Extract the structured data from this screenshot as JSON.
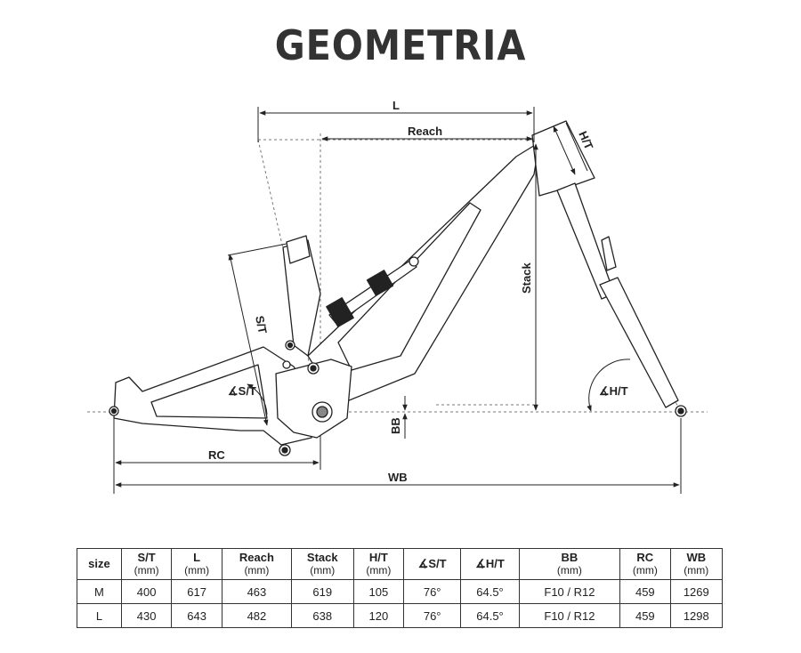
{
  "title": "GEOMETRIA",
  "diagram": {
    "labels": {
      "L": "L",
      "reach": "Reach",
      "ht": "H/T",
      "stack": "Stack",
      "st": "S/T",
      "st_angle": "∡S/T",
      "ht_angle": "∡H/T",
      "bb": "BB",
      "rc": "RC",
      "wb": "WB"
    }
  },
  "table": {
    "headers": [
      {
        "name": "size",
        "unit": ""
      },
      {
        "name": "S/T",
        "unit": "(mm)"
      },
      {
        "name": "L",
        "unit": "(mm)"
      },
      {
        "name": "Reach",
        "unit": "(mm)"
      },
      {
        "name": "Stack",
        "unit": "(mm)"
      },
      {
        "name": "H/T",
        "unit": "(mm)"
      },
      {
        "name": "∡S/T",
        "unit": ""
      },
      {
        "name": "∡H/T",
        "unit": ""
      },
      {
        "name": "BB",
        "unit": "(mm)"
      },
      {
        "name": "RC",
        "unit": "(mm)"
      },
      {
        "name": "WB",
        "unit": "(mm)"
      }
    ],
    "rows": [
      [
        "M",
        "400",
        "617",
        "463",
        "619",
        "105",
        "76°",
        "64.5°",
        "F10 / R12",
        "459",
        "1269"
      ],
      [
        "L",
        "430",
        "643",
        "482",
        "638",
        "120",
        "76°",
        "64.5°",
        "F10 / R12",
        "459",
        "1298"
      ]
    ]
  }
}
